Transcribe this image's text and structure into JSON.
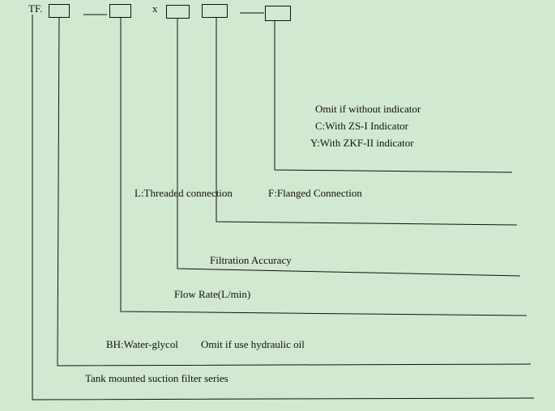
{
  "code": {
    "prefix": "TF.",
    "separator_x": "x"
  },
  "labels": {
    "indicator_omit": "Omit if without indicator",
    "indicator_c": "C:With ZS-I Indicator",
    "indicator_y": "Y:With ZKF-II indicator",
    "connection_l": "L:Threaded connection",
    "connection_f": "F:Flanged Connection",
    "filtration": "Filtration Accuracy",
    "flow_rate": "Flow Rate(L/min)",
    "medium_bh": "BH:Water-glycol",
    "medium_omit": "Omit if use hydraulic oil",
    "series": "Tank mounted suction filter series"
  }
}
